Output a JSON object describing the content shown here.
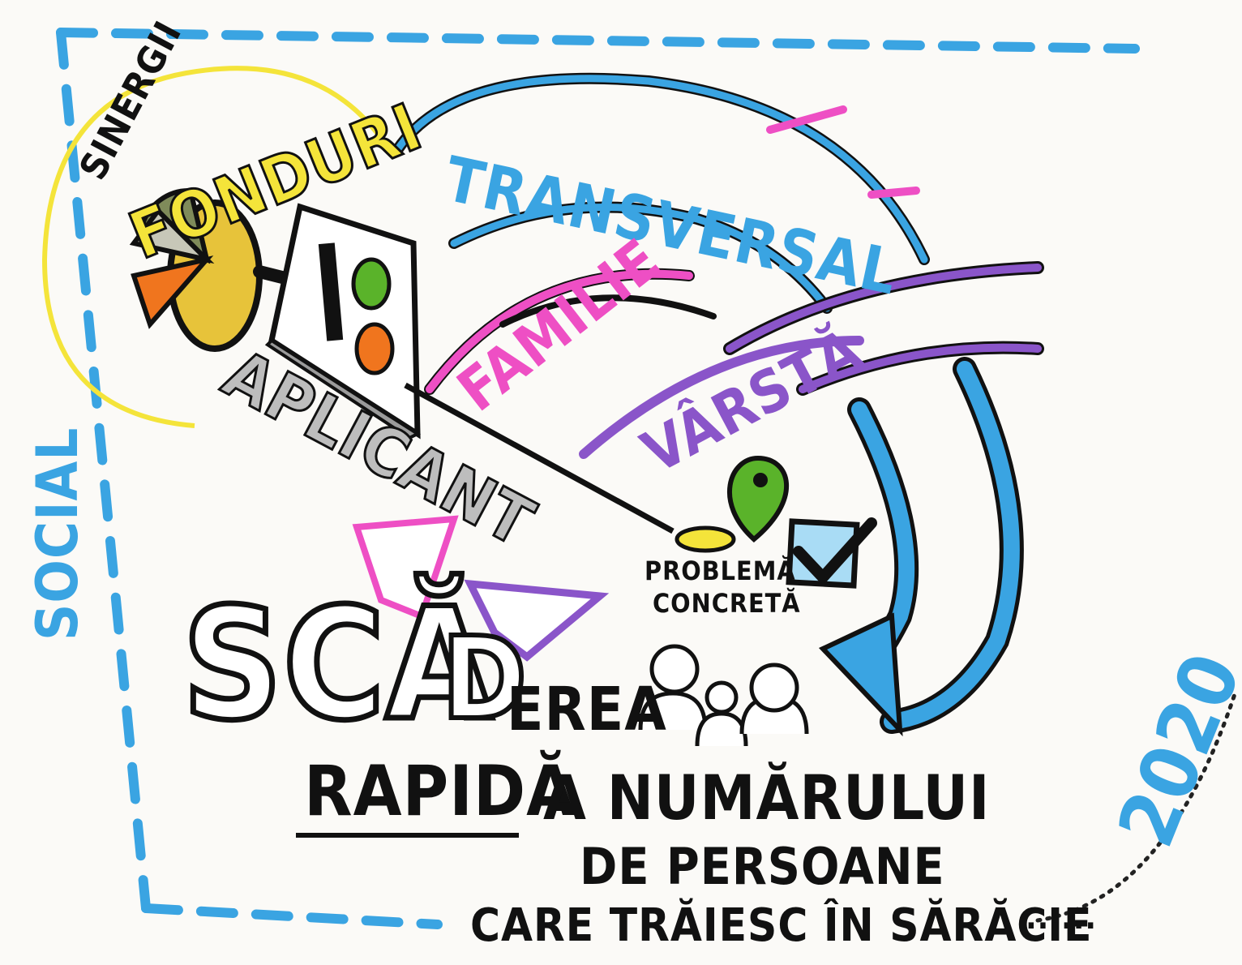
{
  "labels": {
    "synergy": "SINERGII",
    "funds": "FONDURI",
    "applicant": "APLICANT",
    "transversal": "TRANSVERSAL",
    "family": "FAMILIE",
    "age": "VÂRSTĂ",
    "concrete_problem_line1": "PROBLEMĂ",
    "concrete_problem_line2": "CONCRETĂ",
    "social": "SOCIAL",
    "year": "2020"
  },
  "headline": {
    "big": "SCĂ",
    "big2": "D",
    "rest": "EREA",
    "line2_a": "RAPIDĂ",
    "line2_b": "A NUMĂRULUI",
    "line3": "DE PERSOANE",
    "line4": "CARE TRĂIESC ÎN SĂRĂCIE",
    "ellipsis": "......"
  },
  "colors": {
    "frame_blue": "#3aa4e2",
    "yellow": "#f4e43a",
    "magenta": "#ee4fc4",
    "purple": "#8a55c9",
    "green": "#5ab32a",
    "orange": "#f0751e",
    "ink": "#111111",
    "grey": "#9b9b9b",
    "light_blue_box": "#a9dcf5"
  }
}
